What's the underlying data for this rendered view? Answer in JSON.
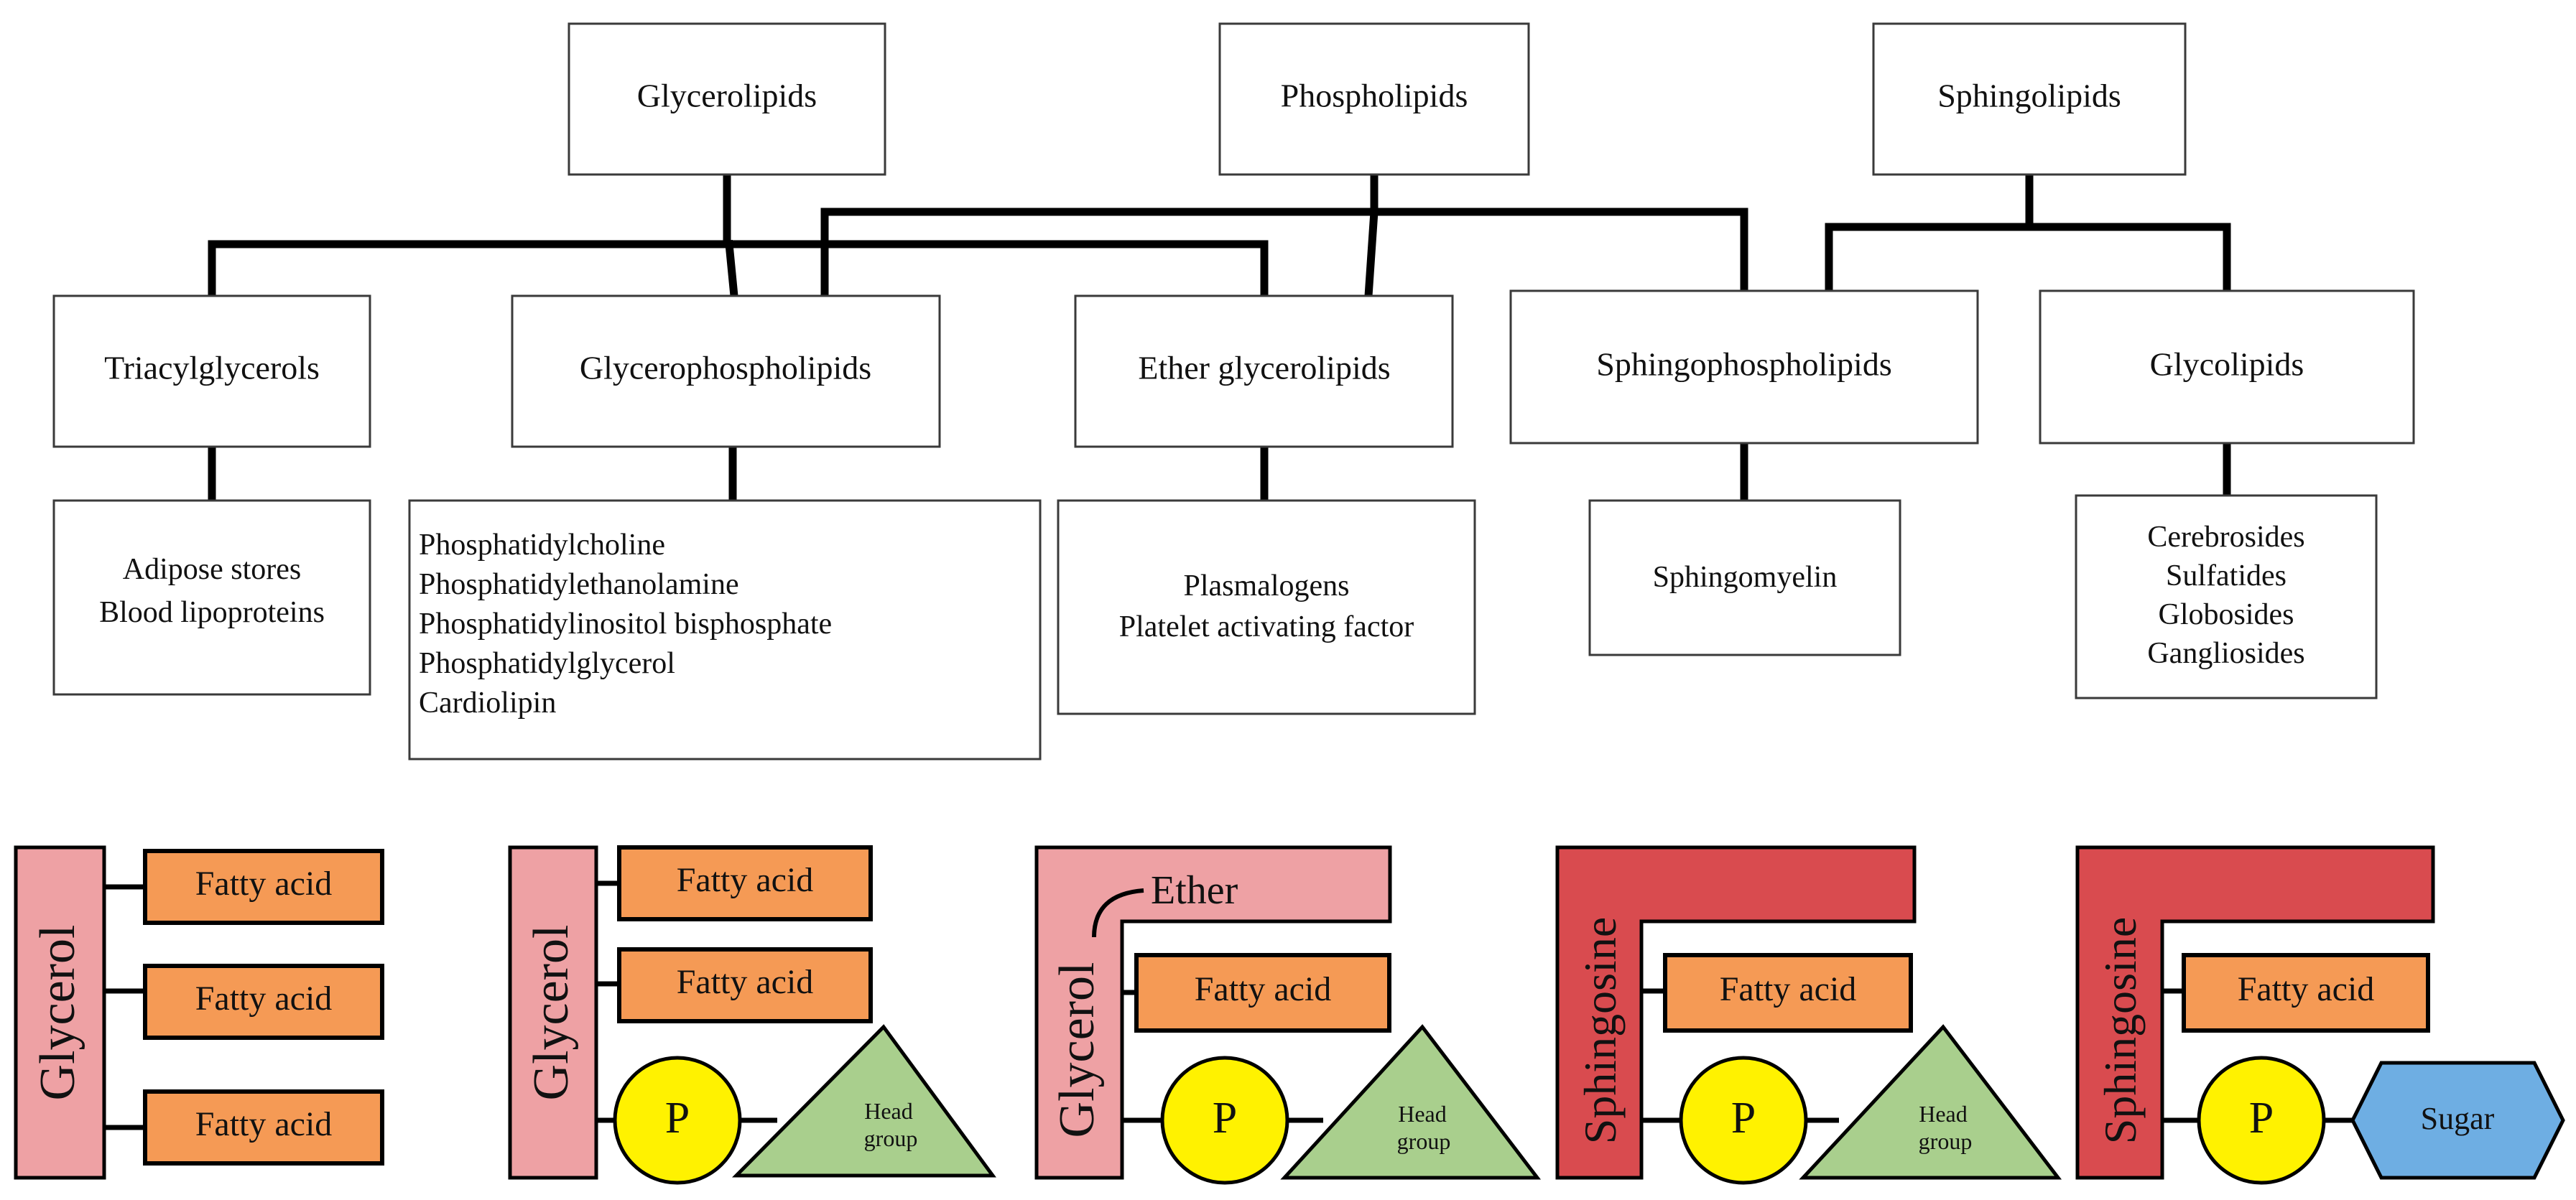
{
  "categories": {
    "glycerolipids": "Glycerolipids",
    "phospholipids": "Phospholipids",
    "sphingolipids": "Sphingolipids"
  },
  "classes": {
    "triacylglycerols": "Triacylglycerols",
    "glycerophospholipids": "Glycerophospholipids",
    "ether": "Ether glycerolipids",
    "sphingophospholipids": "Sphingophospholipids",
    "glycolipids": "Glycolipids"
  },
  "examples": {
    "triacylglycerols": [
      "Adipose stores",
      "Blood lipoproteins"
    ],
    "glycerophospholipids": [
      "Phosphatidylcholine",
      "Phosphatidylethanolamine",
      "Phosphatidylinositol bisphosphate",
      "Phosphatidylglycerol",
      "Cardiolipin"
    ],
    "ether": [
      "Plasmalogens",
      "Platelet activating factor"
    ],
    "sphingophospholipids": [
      "Sphingomyelin"
    ],
    "glycolipids": [
      "Cerebrosides",
      "Sulfatides",
      "Globosides",
      "Gangliosides"
    ]
  },
  "structure_labels": {
    "glycerol": "Glycerol",
    "sphingosine": "Sphingosine",
    "fatty_acid": "Fatty acid",
    "ether": "Ether",
    "phosphate": "P",
    "head_line1": "Head",
    "head_line2": "group",
    "sugar": "Sugar"
  },
  "colors": {
    "fatty_acid": "#f59a55",
    "glycerol": "#eea1a4",
    "sphingosine": "#d94b4f",
    "phosphate": "#fff200",
    "head_group": "#a9cf8d",
    "sugar": "#6eaee3"
  }
}
